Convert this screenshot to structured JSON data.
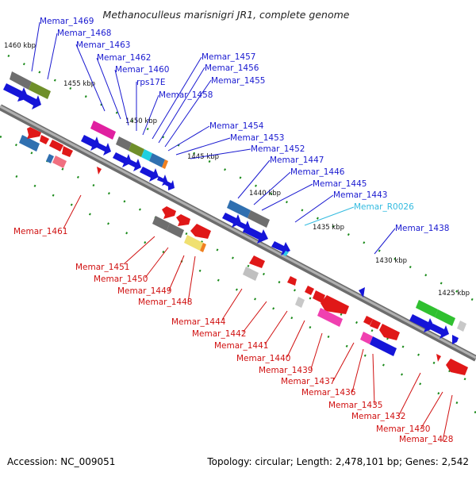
{
  "title": "Methanoculleus marisnigri JR1, complete genome",
  "footer": {
    "accession": "Accession: NC_009051",
    "summary": "Topology: circular; Length: 2,478,101 bp; Genes: 2,542"
  },
  "colors": {
    "forward_label": "#1a1ad0",
    "reverse_label": "#d01010",
    "rna_label": "#33bbe0",
    "backbone": "#9a9a9a",
    "tick": "#1a8a1a"
  },
  "scale": {
    "ticks": [
      "1460 kbp",
      "1455 kbp",
      "1450 kbp",
      "1445 kbp",
      "1440 kbp",
      "1435 kbp",
      "1430 kbp",
      "1425 kbp"
    ]
  },
  "forward_labels": [
    "Memar_1469",
    "Memar_1468",
    "Memar_1463",
    "Memar_1462",
    "Memar_1460",
    "rps17E",
    "Memar_1458",
    "Memar_1457",
    "Memar_1456",
    "Memar_1455",
    "Memar_1454",
    "Memar_1453",
    "Memar_1452",
    "Memar_1447",
    "Memar_1446",
    "Memar_1445",
    "Memar_1443",
    "Memar_R0026",
    "Memar_1438"
  ],
  "reverse_labels": [
    "Memar_1461",
    "Memar_1451",
    "Memar_1450",
    "Memar_1449",
    "Memar_1448",
    "Memar_1444",
    "Memar_1442",
    "Memar_1441",
    "Memar_1440",
    "Memar_1439",
    "Memar_1437",
    "Memar_1436",
    "Memar_1435",
    "Memar_1432",
    "Memar_1430",
    "Memar_1428"
  ]
}
